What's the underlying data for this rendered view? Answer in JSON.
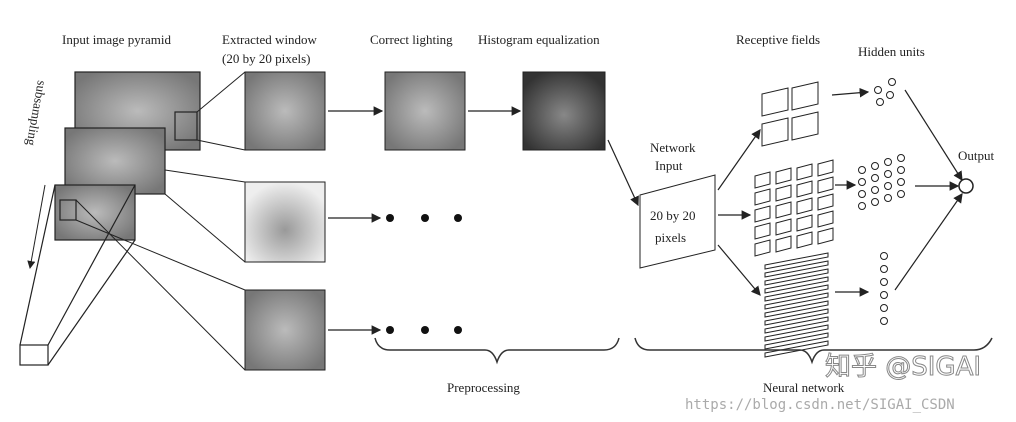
{
  "labels": {
    "pyramid": "Input image pyramid",
    "extracted": "Extracted window",
    "extracted_sub": "(20 by 20 pixels)",
    "lighting": "Correct lighting",
    "histogram": "Histogram equalization",
    "receptive": "Receptive fields",
    "hidden": "Hidden units",
    "output": "Output",
    "net_input_1": "Network",
    "net_input_2": "Input",
    "net_size_1": "20 by 20",
    "net_size_2": "pixels",
    "subsampling": "subsampling",
    "preprocessing": "Preprocessing",
    "neural_network": "Neural network"
  },
  "watermark": {
    "zhihu": "知乎 @SIGAI",
    "url": "https://blog.csdn.net/SIGAI_CSDN"
  }
}
